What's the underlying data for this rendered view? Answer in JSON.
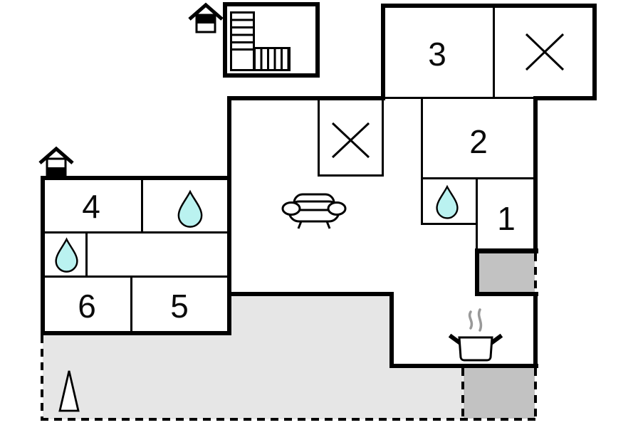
{
  "rooms": {
    "r1": "1",
    "r2": "2",
    "r3": "3",
    "r4": "4",
    "r5": "5",
    "r6": "6"
  },
  "colors": {
    "wall": "#000000",
    "terrace_fill": "#e6e6e6",
    "patio_fill": "#c2c2c2",
    "water_fill": "#baf2f0",
    "steam": "#999999"
  },
  "icons": {
    "entrance_top": "house-entrance-icon",
    "entrance_left": "house-entrance-icon",
    "stairs": "staircase-icon",
    "window_top_right": "crossed-window-icon",
    "window_middle": "crossed-window-icon",
    "water_room_left": "water-drop-icon",
    "water_room_small_left": "water-drop-icon",
    "water_room_right": "water-drop-icon",
    "sofa": "sofa-icon",
    "stove": "cooking-pot-icon",
    "tree": "tree-icon"
  }
}
